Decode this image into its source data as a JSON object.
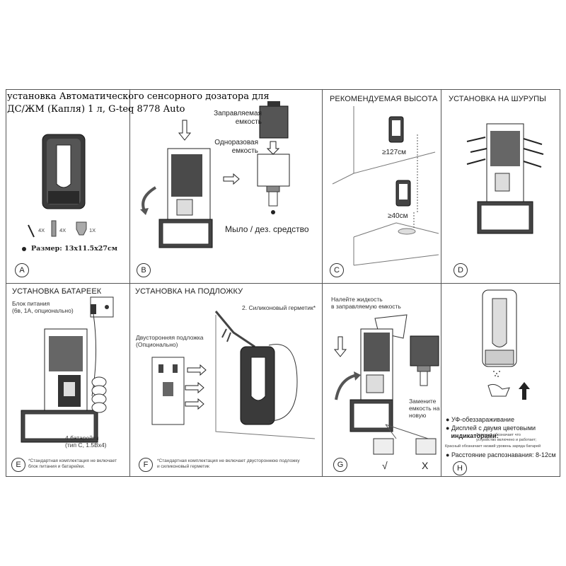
{
  "title": {
    "line1": "установка Автоматического сенсорного дозатора  для",
    "line2": "ДС/ЖМ (Капля) 1 л, G-teq 8778 Auto"
  },
  "panels": {
    "a": {
      "letter": "A",
      "qty_screw": "4X",
      "qty_plug": "4X",
      "qty_key": "1X",
      "size": "Размер: 13х11.5х27см"
    },
    "b": {
      "letter": "B",
      "refill_label": "Заправляемая емкость",
      "disposable_label": "Одноразовая емкость",
      "soap_label": "Мыло / дез. средство"
    },
    "c": {
      "letter": "C",
      "title": "РЕКОМЕНДУЕМАЯ ВЫСОТА",
      "height1": "≥127см",
      "height2": "≥40см"
    },
    "d": {
      "letter": "D",
      "title": "УСТАНОВКА НА ШУРУПЫ"
    },
    "e": {
      "letter": "E",
      "title": "УСТАНОВКА БАТАРЕЕК",
      "power_label_1": "Блок питания",
      "power_label_2": "(6в, 1А, опционально)",
      "battery_label_1": "4 батарейки",
      "battery_label_2": "(тип C, 1.5Вх4)",
      "note_1": "*Стандартная комплектация не включает",
      "note_2": "блок питания и батарейки."
    },
    "f": {
      "letter": "F",
      "title": "УСТАНОВКА НА ПОДЛОЖКУ",
      "silicone_label": "2. Силиконовый герметик*",
      "backing_label_1": "Двусторонняя подложка",
      "backing_label_2": "(Опционально)",
      "note_1": "*Стандартная комплектация не включает двустороннюю подложку",
      "note_2": "и силиконовый герметик"
    },
    "g": {
      "letter": "G",
      "pour_label_1": "Налейте жидкость",
      "pour_label_2": "в заправляемую емкость",
      "replace_label_1": "Замените",
      "replace_label_2": "емкость на",
      "replace_label_3": "новую",
      "check_mark": "√",
      "cross_mark": "X"
    },
    "h": {
      "letter": "H",
      "bullet_uv": "УФ-обеззараживание",
      "bullet_display_1": "Дисплей с двумя цветовыми",
      "bullet_display_2": "индикаторами:",
      "display_note_1": "Зеленый обозначает что",
      "display_note_2": "устройство включено и работает;",
      "display_note_3": "Красный обозначает низкий уровень заряда батарей",
      "bullet_range": "Расстояние распознавания: 8-12см"
    }
  }
}
